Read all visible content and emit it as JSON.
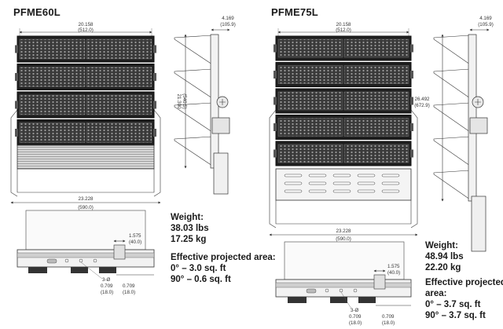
{
  "products": [
    {
      "model": "PFME60L",
      "dims": {
        "width_in": "20.158",
        "width_mm": "(512.0)",
        "depth_in": "4.169",
        "depth_mm": "(105.9)",
        "height_in": "21.300",
        "height_mm": "(540.5)",
        "overall_width_in": "23.228",
        "overall_width_mm": "(590.0)",
        "bracket_in": "1.575",
        "bracket_mm": "(40.0)",
        "hole_label": "3-Ø",
        "hole_in": "0.709",
        "hole_mm": "(18.0)",
        "slot_in": "0.709",
        "slot_mm": "(18.0)"
      },
      "weight_label": "Weight:",
      "weight_lbs": "38.03 lbs",
      "weight_kg": "17.25 kg",
      "epa_label": "Effective projected area:",
      "epa_0": "0° – 3.0 sq. ft",
      "epa_90": "90° – 0.6 sq. ft"
    },
    {
      "model": "PFME75L",
      "dims": {
        "width_in": "20.158",
        "width_mm": "(512.0)",
        "depth_in": "4.169",
        "depth_mm": "(105.9)",
        "height_in": "26.492",
        "height_mm": "(672.9)",
        "overall_width_in": "23.228",
        "overall_width_mm": "(590.0)",
        "bracket_in": "1.575",
        "bracket_mm": "(40.0)",
        "hole_label": "3-Ø",
        "hole_in": "0.709",
        "hole_mm": "(18.0)",
        "slot_in": "0.709",
        "slot_mm": "(18.0)"
      },
      "weight_label": "Weight:",
      "weight_lbs": "48.94 lbs",
      "weight_kg": "22.20 kg",
      "epa_label_1": "Effective projected",
      "epa_label_2": "area:",
      "epa_0": "0° – 3.7 sq. ft",
      "epa_90": "90° – 3.7 sq. ft"
    }
  ]
}
